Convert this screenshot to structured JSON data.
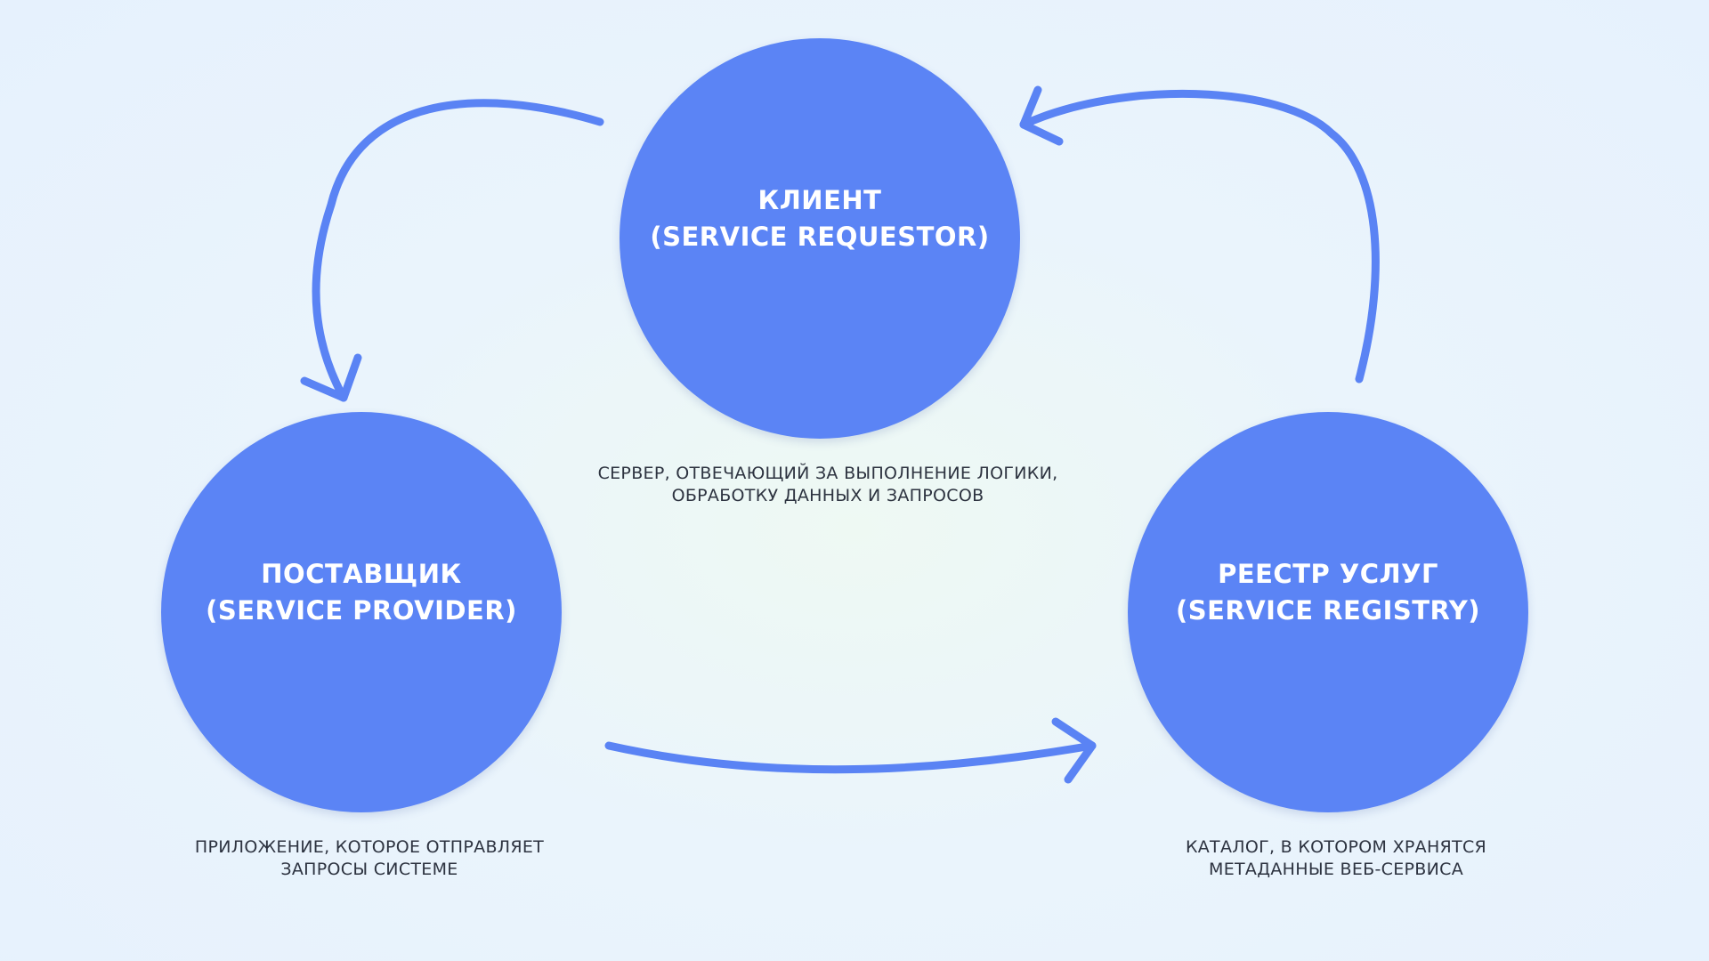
{
  "nodes": {
    "client": {
      "title": "КЛИЕНТ\n(SERVICE REQUESTOR)",
      "caption": "СЕРВЕР, ОТВЕЧАЮЩИЙ ЗА ВЫПОЛНЕНИЕ ЛОГИКИ,\nОБРАБОТКУ ДАННЫХ И ЗАПРОСОВ"
    },
    "provider": {
      "title": "ПОСТАВЩИК\n(SERVICE PROVIDER)",
      "caption": "ПРИЛОЖЕНИЕ, КОТОРОЕ ОТПРАВЛЯЕТ\nЗАПРОСЫ СИСТЕМЕ"
    },
    "registry": {
      "title": "РЕЕСТР УСЛУГ\n(SERVICE REGISTRY)",
      "caption": "КАТАЛОГ, В КОТОРОМ ХРАНЯТСЯ\nМЕТАДАННЫЕ ВЕБ-СЕРВИСА"
    }
  },
  "colors": {
    "node_fill": "#5b84f5",
    "arrow": "#5a83f4",
    "title_text": "#ffffff",
    "caption_text": "#2d3340"
  },
  "arrows": [
    {
      "from": "client",
      "to": "provider",
      "icon": "curved-arrow-icon"
    },
    {
      "from": "provider",
      "to": "registry",
      "icon": "curved-arrow-icon"
    },
    {
      "from": "registry",
      "to": "client",
      "icon": "curved-arrow-icon"
    }
  ]
}
